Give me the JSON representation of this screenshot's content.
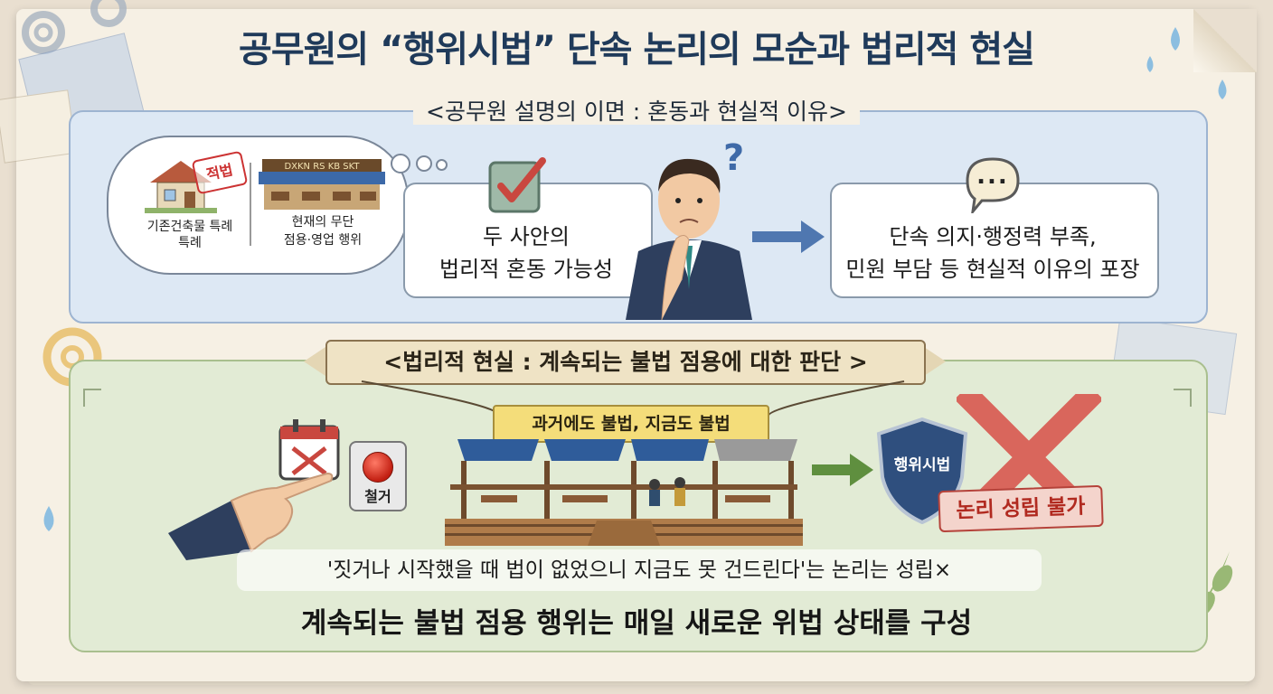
{
  "title": "공무원의 “행위시법” 단속 논리의 모순과 법리적 현실",
  "section1": {
    "heading": "<공무원 설명의 이면 : 혼동과 현실적 이유>",
    "thought": {
      "left_label": "기존건축물 특례\n특례",
      "stamp": "적법",
      "sign": "DXKN RS KB SKT",
      "right_label": "현재의 무단\n점용·영업 행위"
    },
    "card_middle": "두 사안의\n법리적 혼동 가능성",
    "card_right": "단속 의지·행정력 부족,\n민원 부담 등 현실적 이유의 포장",
    "question_mark": "?",
    "speech_dots": "..."
  },
  "section2": {
    "heading": "<법리적 현실 : 계속되는 불법 점용에 대한 판단 >",
    "banner": "과거에도 불법, 지금도 불법",
    "remove_button": "철거",
    "shield_label": "행위시법",
    "verdict": "논리 성립 불가",
    "quote": "'짓거나 시작했을 때 법이 없었으니 지금도 못 건드린다'는 논리는 성립×",
    "conclusion": "계속되는 불법 점용 행위는 매일 새로운 위법 상태를 구성"
  },
  "colors": {
    "title": "#1f3a5a",
    "panel_blue": "#dde8f4",
    "panel_green": "#e2ebd5",
    "accent_red": "#c9473f",
    "arrow_blue": "#3f6aa8",
    "arrow_green": "#5f8f3f"
  }
}
